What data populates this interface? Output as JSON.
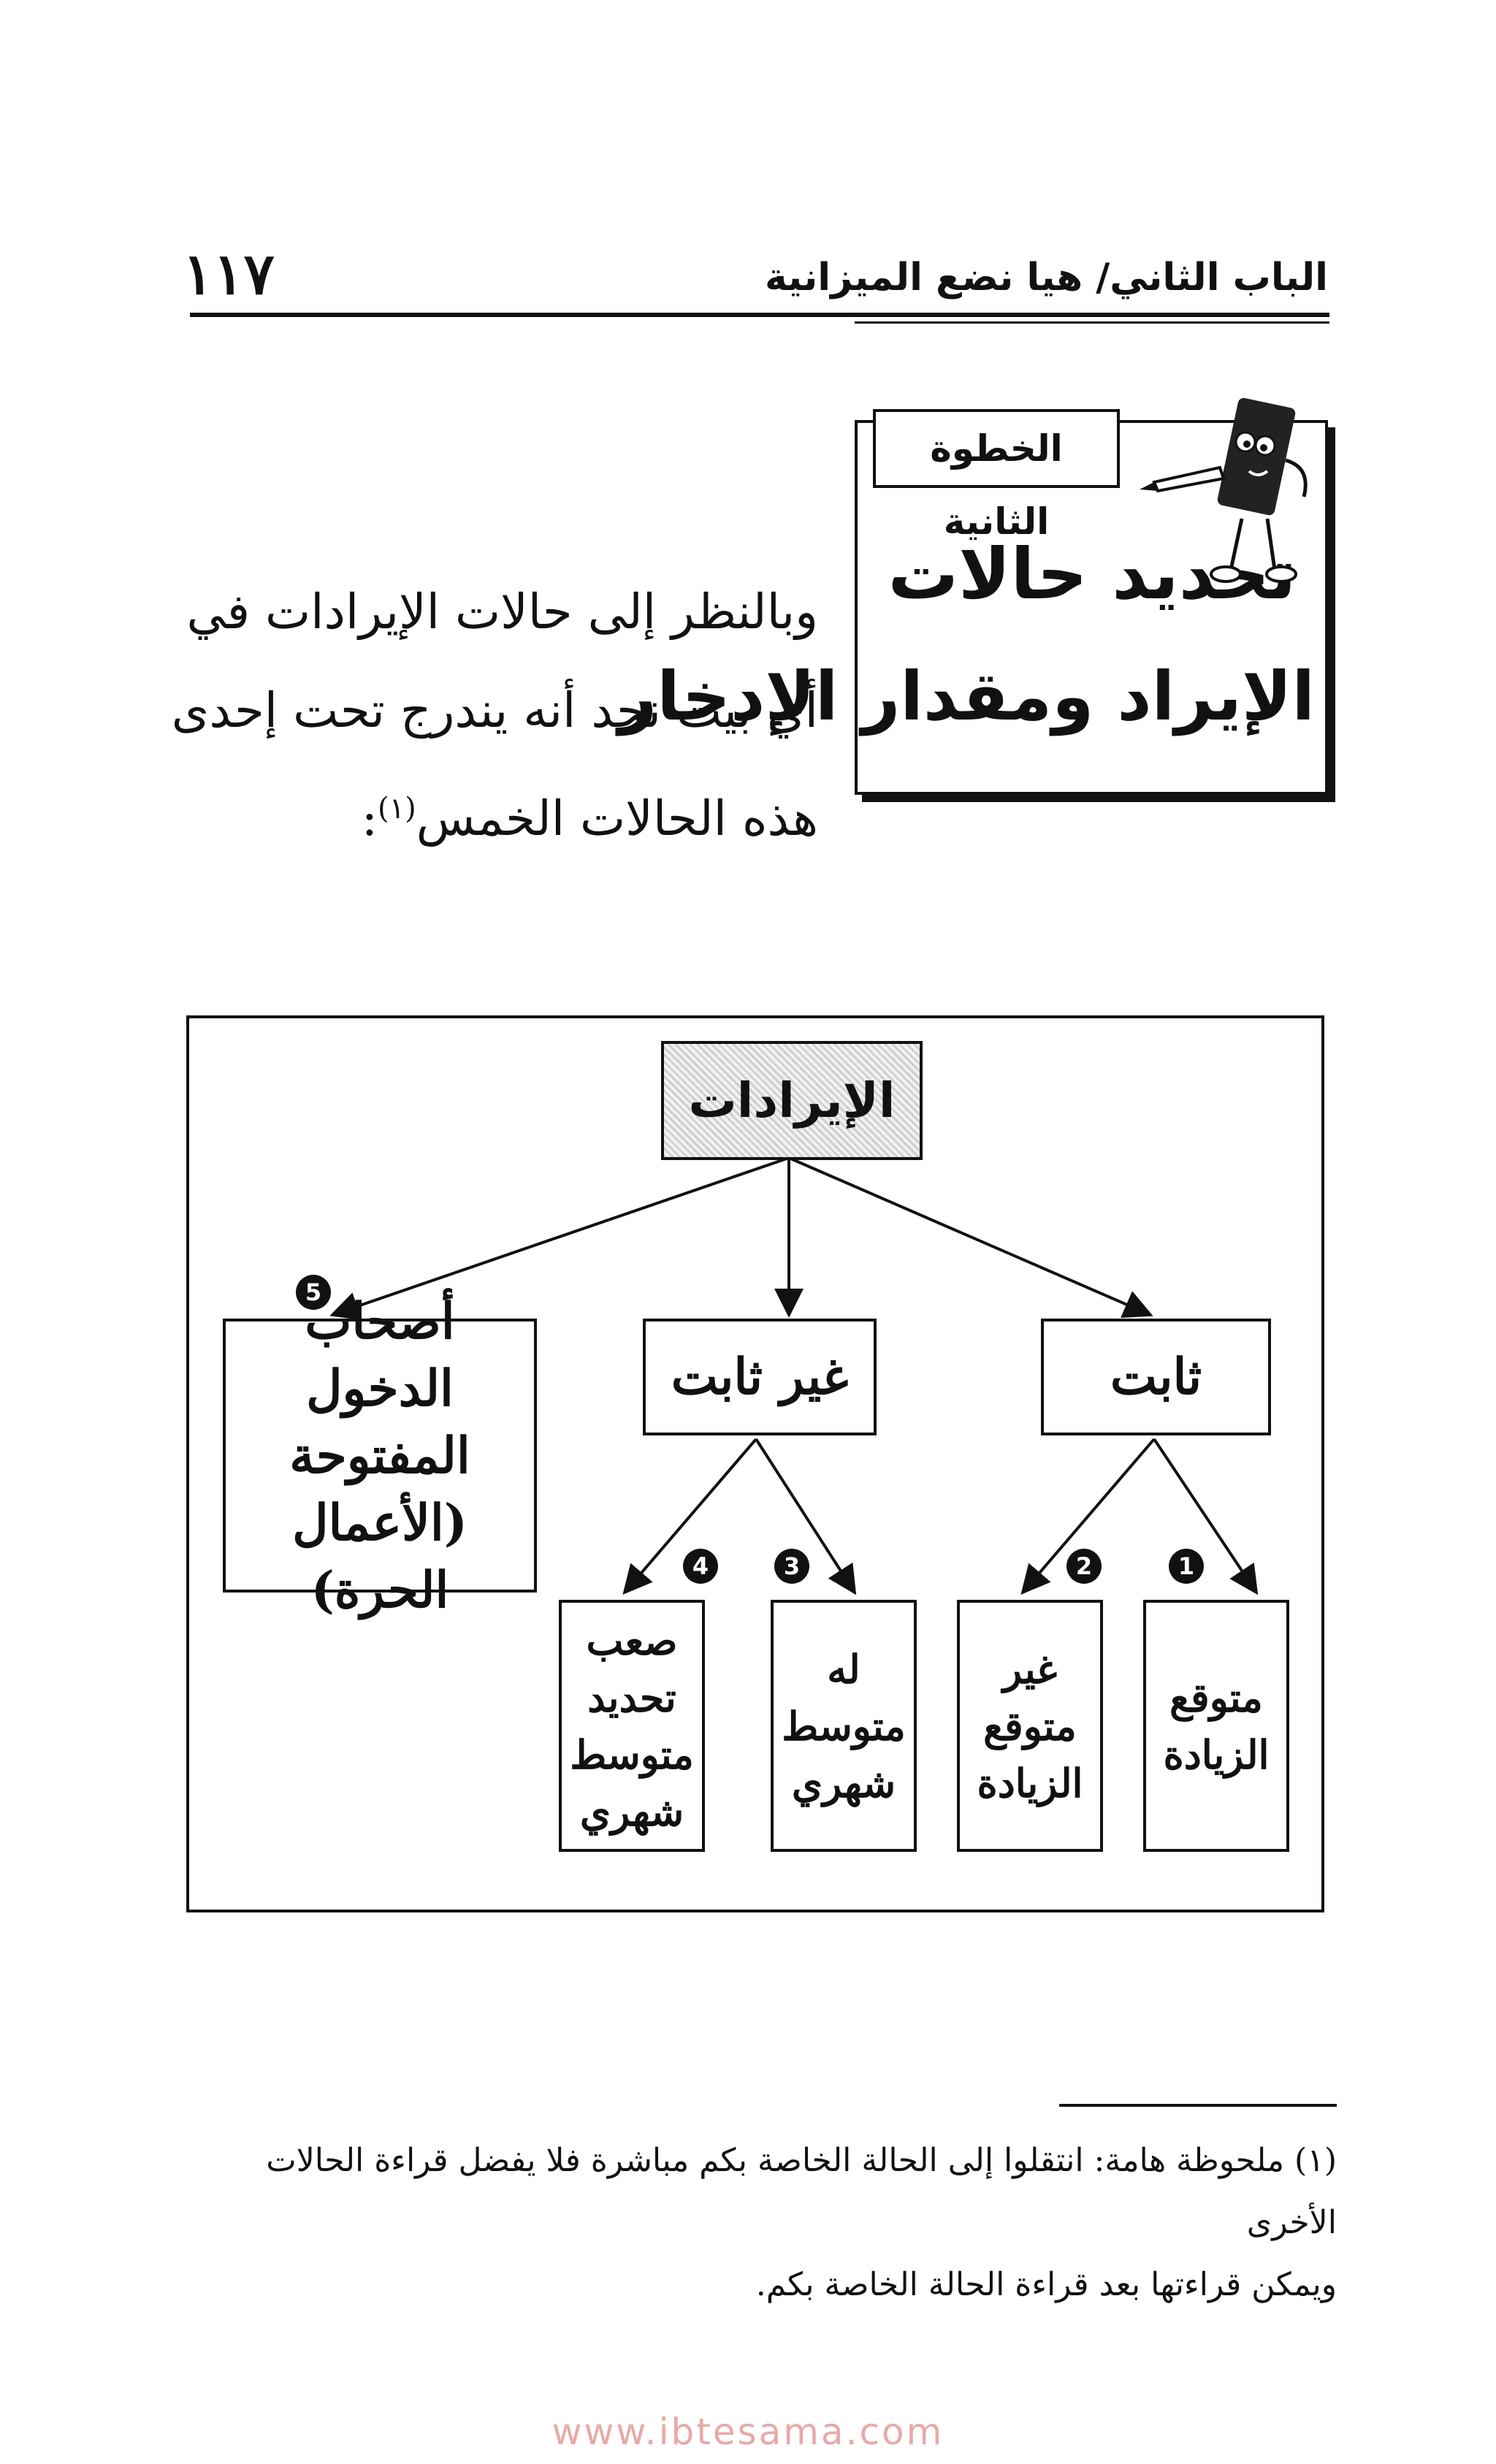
{
  "header": {
    "running_title": "الباب الثاني/ هيا نضع الميزانية",
    "page_number": "١١٧"
  },
  "step": {
    "tag": "الخطوة الثانية",
    "title_line1": "تحديد حالات",
    "title_line2": "الإيراد ومقدار الإدخار"
  },
  "intro": {
    "text": "وبالنظر إلى حالات الإيرادات في أي بيت نجد أنه يندرج تحت إحدى هذه الحالات الخمس",
    "footnote_marker": "(١)",
    "trailing": ":"
  },
  "diagram": {
    "root": "الإيرادات",
    "fixed": "ثابت",
    "not_fixed": "غير ثابت",
    "freelance": [
      "أصحاب",
      "الدخول المفتوحة",
      "(الأعمال الحرة)"
    ],
    "leaf1": [
      "متوقع",
      "الزيادة"
    ],
    "leaf2": [
      "غير",
      "متوقع",
      "الزيادة"
    ],
    "leaf3": [
      "له",
      "متوسط",
      "شهري"
    ],
    "leaf4": [
      "صعب",
      "تحديد",
      "متوسط",
      "شهري"
    ],
    "badges": [
      "1",
      "2",
      "3",
      "4",
      "5"
    ]
  },
  "footnote": {
    "line1": "(١) ملحوظة هامة: انتقلوا إلى الحالة الخاصة بكم مباشرة فلا يفضل قراءة الحالات الأخرى",
    "line2": "ويمكن قراءتها بعد قراءة الحالة الخاصة بكم."
  },
  "watermark": "www.ibtesama.com"
}
